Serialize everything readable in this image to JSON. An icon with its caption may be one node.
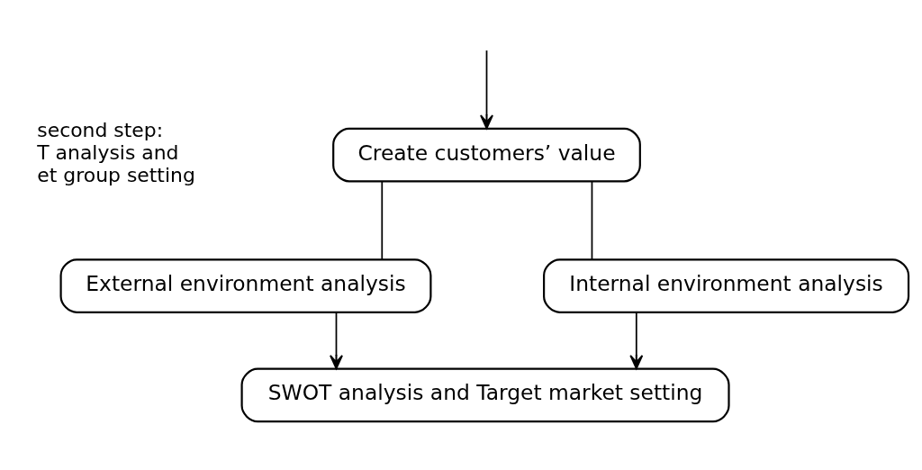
{
  "diagram": {
    "nodes": [
      {
        "text": [
          "Create customers’ value"
        ]
      },
      {
        "text": [
          "External environment analysis"
        ]
      },
      {
        "text": [
          "Internal environment analysis"
        ]
      },
      {
        "text": [
          "SWOT analysis and Target market setting"
        ]
      }
    ],
    "edges": [
      {
        "from": null,
        "to": 0,
        "arrow": "to"
      },
      {
        "from": 0,
        "to": 1,
        "arrow": "none"
      },
      {
        "from": 0,
        "to": 2,
        "arrow": "none"
      },
      {
        "from": 1,
        "to": 3,
        "arrow": "to"
      },
      {
        "from": 2,
        "to": 3,
        "arrow": "to"
      }
    ],
    "labels": [
      "second step: T analysis and et group setting"
    ]
  }
}
